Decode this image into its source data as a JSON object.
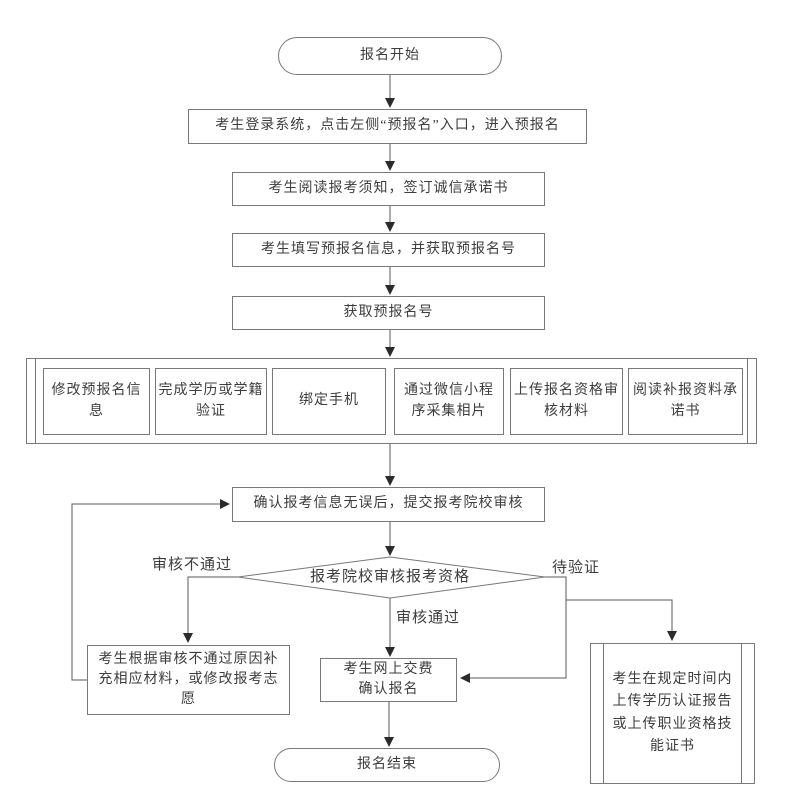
{
  "flowchart": {
    "nodes": {
      "start": "报名开始",
      "login": "考生登录系统，点击左侧“预报名”入口，进入预报名",
      "read_notice": "考生阅读报考须知，签订诚信承诺书",
      "fill_info": "考生填写预报名信息，并获取预报名号",
      "get_number": "获取预报名号",
      "sub_steps": [
        "修改预报名信息",
        "完成学历或学籍验证",
        "绑定手机",
        "通过微信小程序采集相片",
        "上传报名资格审核材料",
        "阅读补报资料承诺书"
      ],
      "confirm": "确认报考信息无误后，提交报考院校审核",
      "review": "报考院校审核报考资格",
      "fail_fix": "考生根据审核不通过原因补充相应材料，或修改报考志愿",
      "pay": "考生网上交费\n确认报名",
      "upload_cert": "考生在规定时间内上传学历认证报告或上传职业资格技能证书",
      "end": "报名结束"
    },
    "edge_labels": {
      "fail": "审核不通过",
      "pending": "待验证",
      "pass": "审核通过"
    },
    "colors": {
      "line": "#5a5a5a",
      "border": "#787878",
      "text": "#3d3d3d",
      "background": "#ffffff"
    }
  }
}
